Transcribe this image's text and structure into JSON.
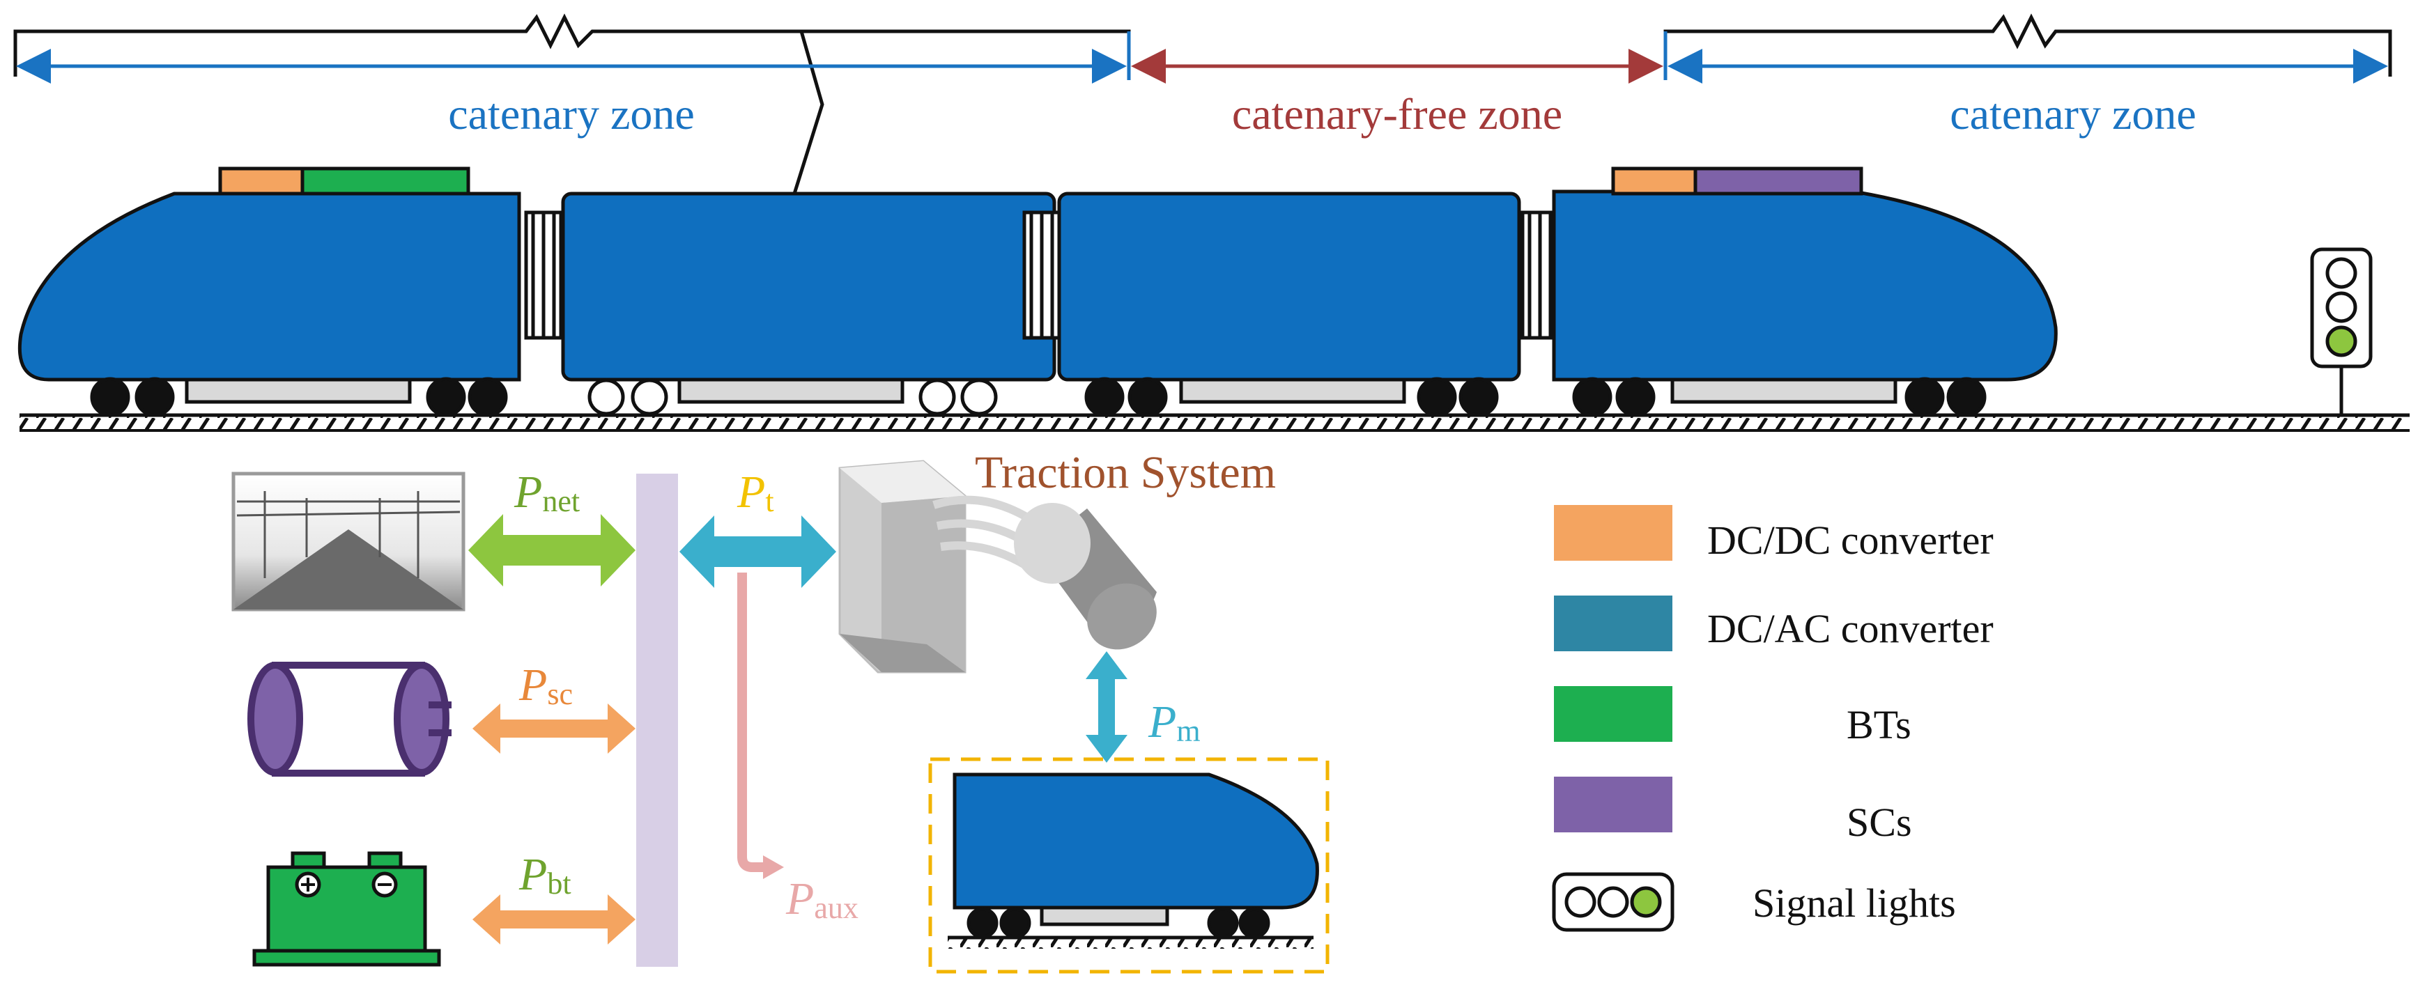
{
  "zones": {
    "left": "catenary zone",
    "middle": "catenary-free zone",
    "right": "catenary zone"
  },
  "traction_title": "Traction System",
  "powers": {
    "net": {
      "sym": "P",
      "sub": "net"
    },
    "t": {
      "sym": "P",
      "sub": "t"
    },
    "sc": {
      "sym": "P",
      "sub": "sc"
    },
    "bt": {
      "sym": "P",
      "sub": "bt"
    },
    "aux": {
      "sym": "P",
      "sub": "aux"
    },
    "m": {
      "sym": "P",
      "sub": "m"
    }
  },
  "legend": [
    {
      "label": "DC/DC converter",
      "color": "#F4A460"
    },
    {
      "label": "DC/AC converter",
      "color": "#2E86A4"
    },
    {
      "label": "BTs",
      "color": "#1DAF50"
    },
    {
      "label": "SCs",
      "color": "#7E62A8"
    },
    {
      "label": "Signal lights",
      "icon": "signal-lights-icon"
    }
  ],
  "colors": {
    "train_blue": "#0F6FBF",
    "catenary_blue": "#1A73C2",
    "free_zone_red": "#A33A3A",
    "net_green": "#8DC63F",
    "traction_cyan": "#3AAFCC",
    "storage_orange": "#F4A460",
    "aux_pink": "#E8A8A8",
    "bus_lavender": "#D8CFE6",
    "title_brown": "#A0522D",
    "signal_green": "#8DC63F",
    "dashed_frame": "#F2B400"
  }
}
